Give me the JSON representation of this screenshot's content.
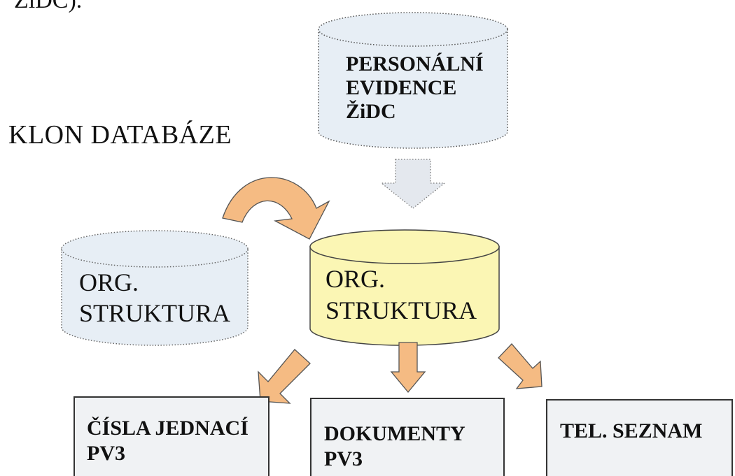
{
  "page": {
    "top_fragment": "ŽiDC).",
    "title": "KLON DATABÁZE"
  },
  "databases": {
    "personal": {
      "lines": [
        "PERSONÁLNÍ",
        "EVIDENCE",
        "ŽiDC"
      ]
    },
    "org_clone": {
      "lines": [
        "ORG.",
        "STRUKTURA"
      ]
    },
    "org_main": {
      "lines": [
        "ORG.",
        "STRUKTURA"
      ]
    }
  },
  "outputs": [
    {
      "lines": [
        "ČÍSLA JEDNACÍ",
        "PV3"
      ]
    },
    {
      "lines": [
        "DOKUMENTY",
        "PV3"
      ]
    },
    {
      "lines": [
        "TEL. SEZNAM"
      ]
    }
  ],
  "colors": {
    "db_fill": "#e7eef5",
    "db_main_fill": "#fbf6b4",
    "arrow_gray": "#e4e8ee",
    "arrow_orange": "#f5bb83",
    "box_fill": "#f0f2f4"
  }
}
